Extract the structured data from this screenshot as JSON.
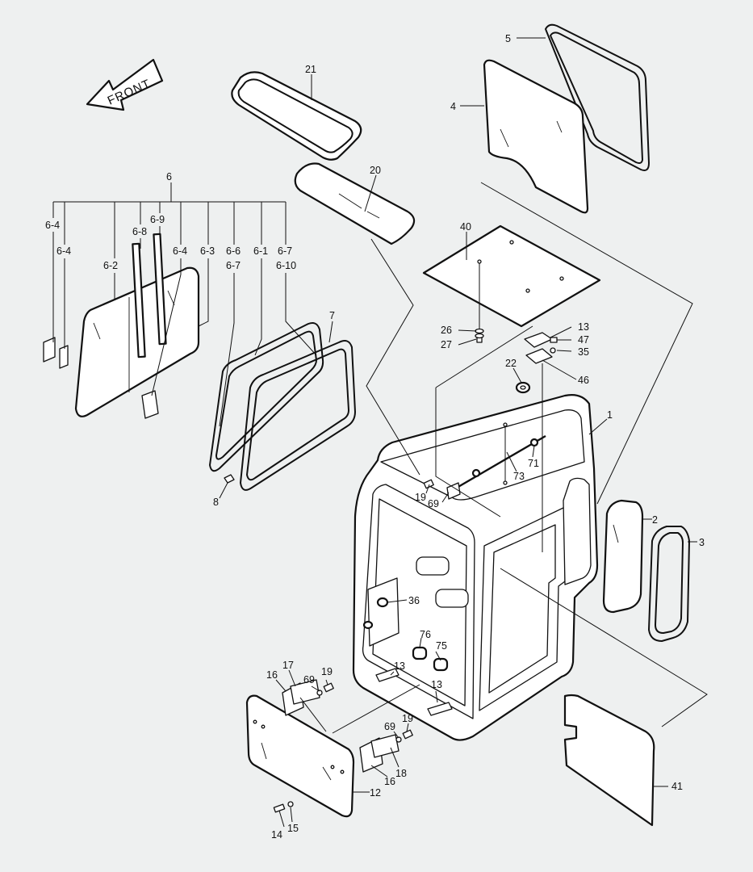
{
  "direction_arrow": "FRONT",
  "labels": {
    "l1": "1",
    "l2": "2",
    "l3": "3",
    "l4": "4",
    "l5": "5",
    "l6": "6",
    "l6_1": "6-1",
    "l6_2": "6-2",
    "l6_3": "6-3",
    "l6_4a": "6-4",
    "l6_4b": "6-4",
    "l6_4c": "6-4",
    "l6_6": "6-6",
    "l6_7a": "6-7",
    "l6_7b": "6-7",
    "l6_8": "6-8",
    "l6_9": "6-9",
    "l6_10": "6-10",
    "l7": "7",
    "l8": "8",
    "l12": "12",
    "l13a": "13",
    "l13b": "13",
    "l13c": "13",
    "l14": "14",
    "l15": "15",
    "l16a": "16",
    "l16b": "16",
    "l17": "17",
    "l18": "18",
    "l19a": "19",
    "l19b": "19",
    "l19c": "19",
    "l20": "20",
    "l21": "21",
    "l22": "22",
    "l26": "26",
    "l27": "27",
    "l35": "35",
    "l36": "36",
    "l40": "40",
    "l41": "41",
    "l46": "46",
    "l47": "47",
    "l69a": "69",
    "l69b": "69",
    "l69c": "69",
    "l71": "71",
    "l73": "73",
    "l75": "75",
    "l76": "76"
  }
}
